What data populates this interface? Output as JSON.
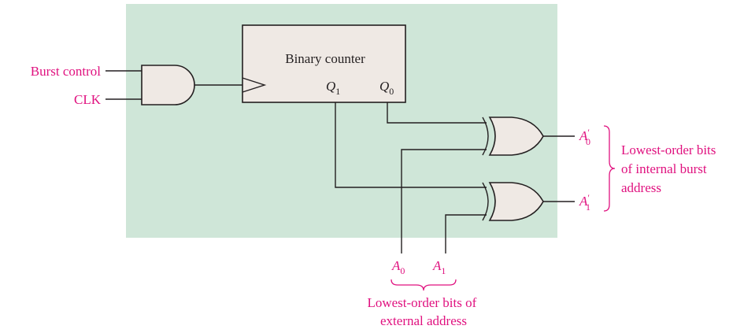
{
  "colors": {
    "panel_bg": "#cfe6d8",
    "gate_fill": "#efe9e4",
    "line": "#231f20",
    "label_magenta": "#e0117f"
  },
  "counter": {
    "title": "Binary counter",
    "q1_base": "Q",
    "q1_sub": "1",
    "q0_base": "Q",
    "q0_sub": "0"
  },
  "inputs": {
    "burst_control": "Burst control",
    "clk": "CLK"
  },
  "outputs": {
    "a0_base": "A",
    "a0_prime": "′",
    "a0_sub": "0",
    "a1_base": "A",
    "a1_prime": "′",
    "a1_sub": "1",
    "caption_line1": "Lowest-order bits",
    "caption_line2": "of internal burst",
    "caption_line3": "address"
  },
  "external": {
    "a0_base": "A",
    "a0_sub": "0",
    "a1_base": "A",
    "a1_sub": "1",
    "caption_line1": "Lowest-order bits of",
    "caption_line2": "external address"
  }
}
